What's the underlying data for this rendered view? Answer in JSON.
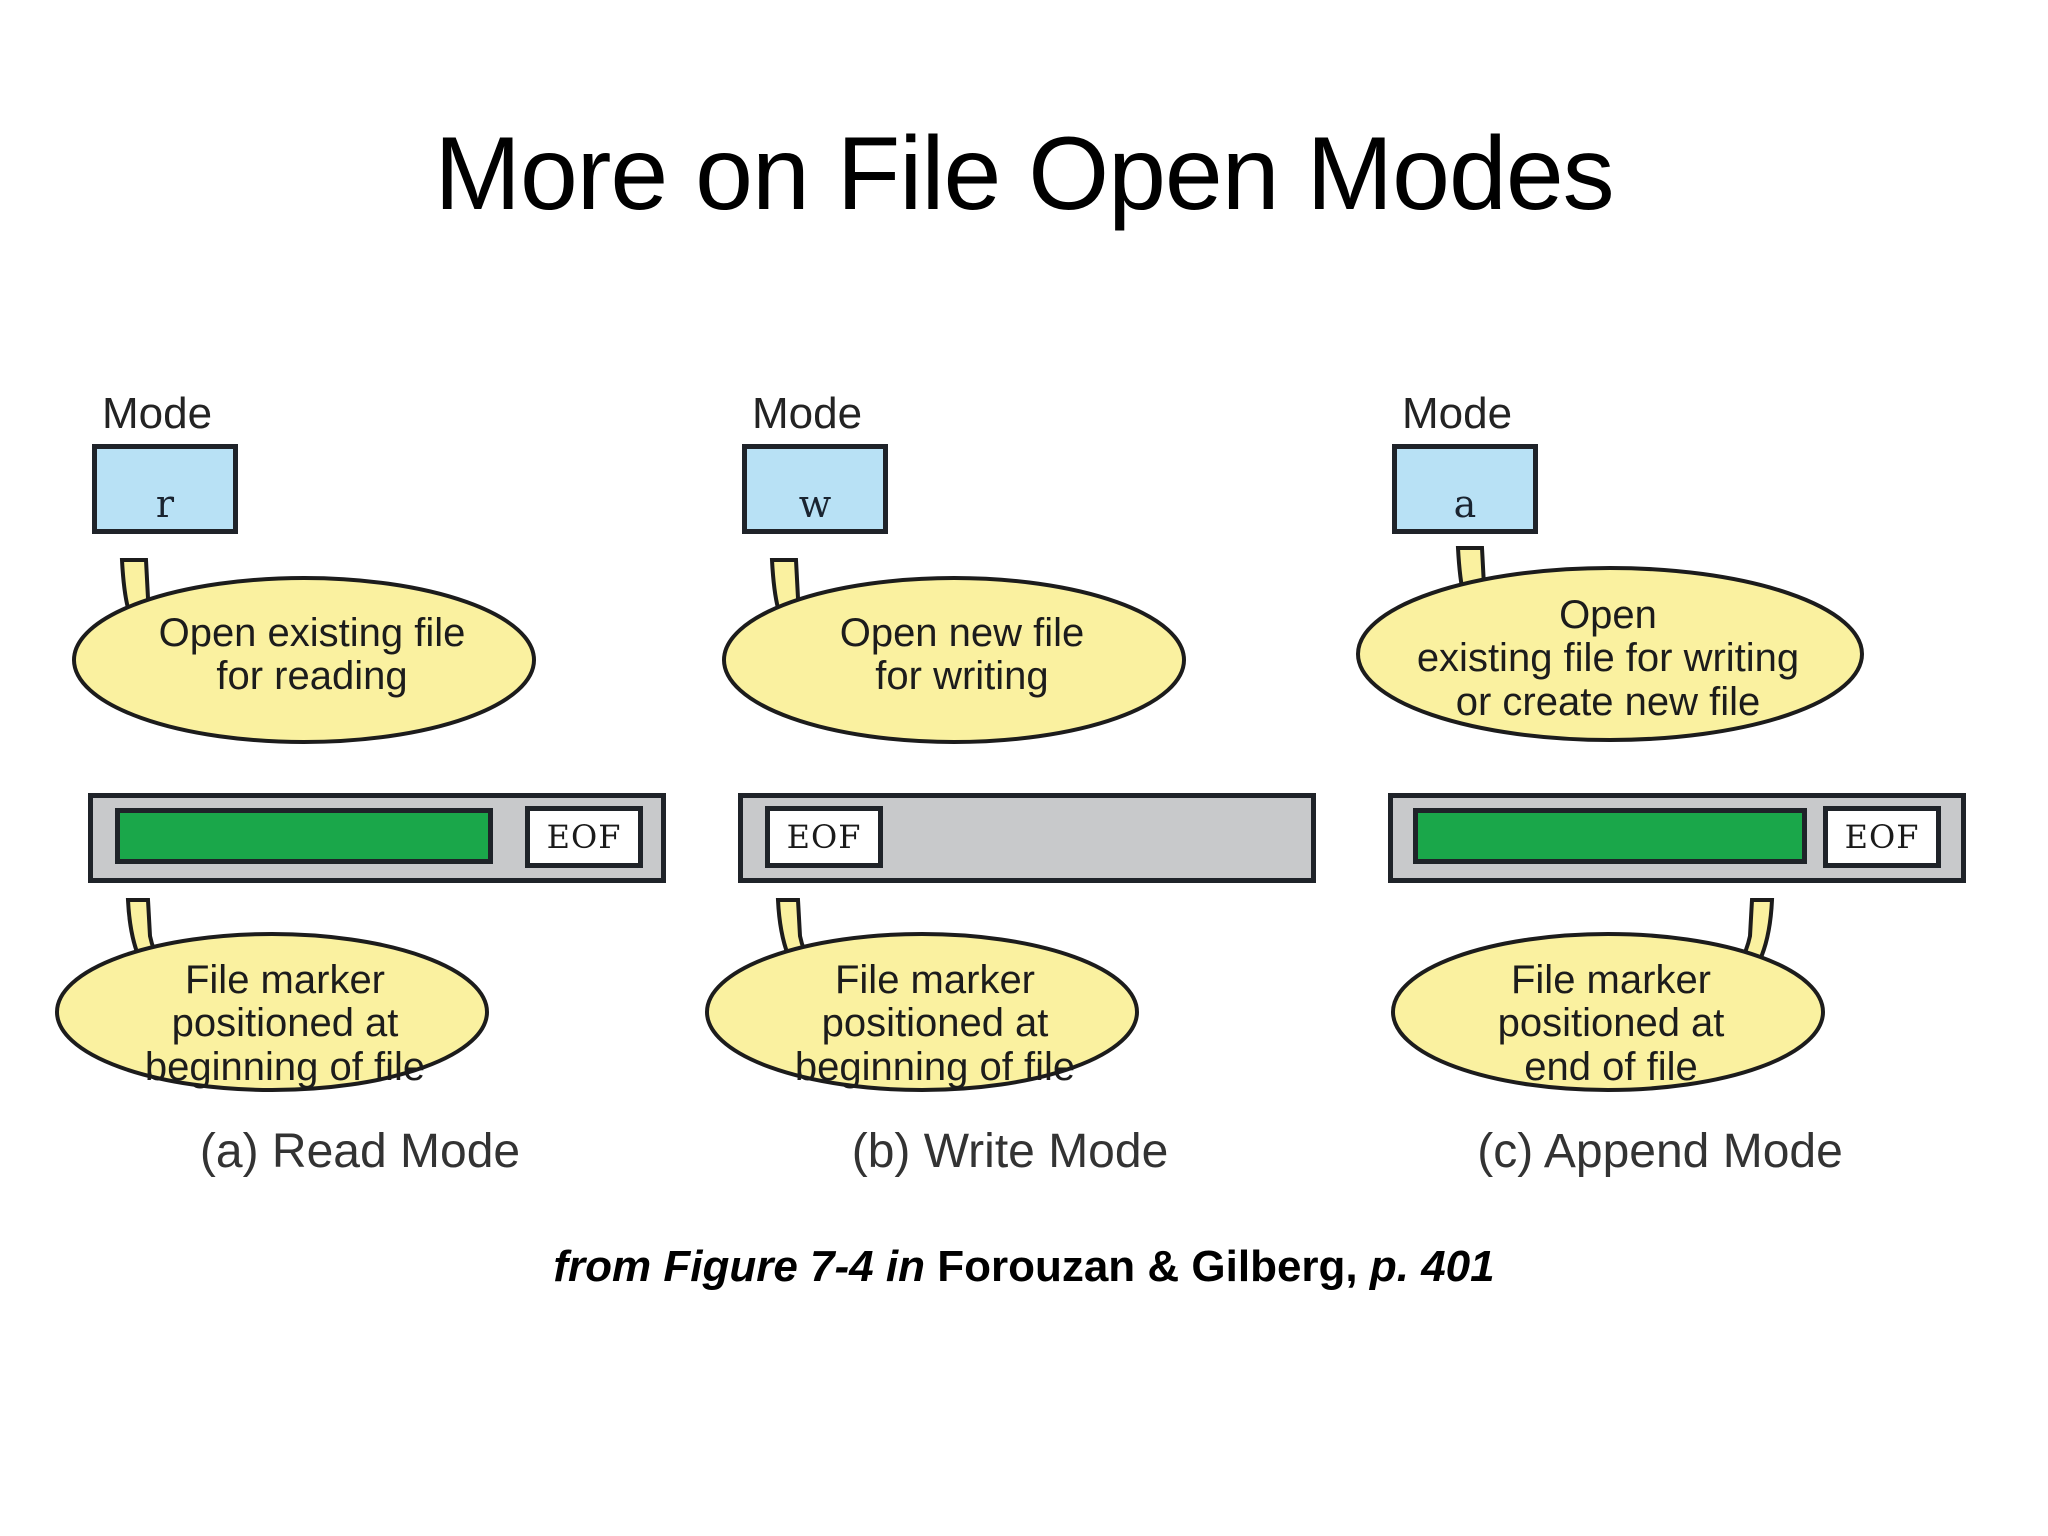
{
  "slide": {
    "title": "More on File Open Modes",
    "background_color": "#ffffff"
  },
  "colors": {
    "mode_box_fill": "#b8e1f5",
    "callout_fill": "#faf1a0",
    "callout_stroke": "#1c1c1c",
    "file_track_fill": "#c8c9cb",
    "file_data_fill": "#1aa74a",
    "eof_fill": "#ffffff",
    "outline": "#1f2329"
  },
  "panels": [
    {
      "mode_label": "Mode",
      "mode_char": "r",
      "description_lines": [
        "Open existing file",
        "for reading"
      ],
      "marker_lines": [
        "File marker",
        "positioned at",
        "beginning of file"
      ],
      "caption": "(a) Read Mode",
      "eof_label": "EOF",
      "has_data": true,
      "marker_position": "beginning"
    },
    {
      "mode_label": "Mode",
      "mode_char": "w",
      "description_lines": [
        "Open new file",
        "for writing"
      ],
      "marker_lines": [
        "File marker",
        "positioned at",
        "beginning of file"
      ],
      "caption": "(b) Write Mode",
      "eof_label": "EOF",
      "has_data": false,
      "marker_position": "beginning"
    },
    {
      "mode_label": "Mode",
      "mode_char": "a",
      "description_lines": [
        "Open",
        "existing file for writing",
        "or create new file"
      ],
      "marker_lines": [
        "File marker",
        "positioned at",
        "end of file"
      ],
      "caption": "(c) Append Mode",
      "eof_label": "EOF",
      "has_data": true,
      "marker_position": "end"
    }
  ],
  "attribution": {
    "part1": "from Figure 7-4 in ",
    "part2": "Forouzan & Gilberg,",
    "part3": " p. 401"
  }
}
